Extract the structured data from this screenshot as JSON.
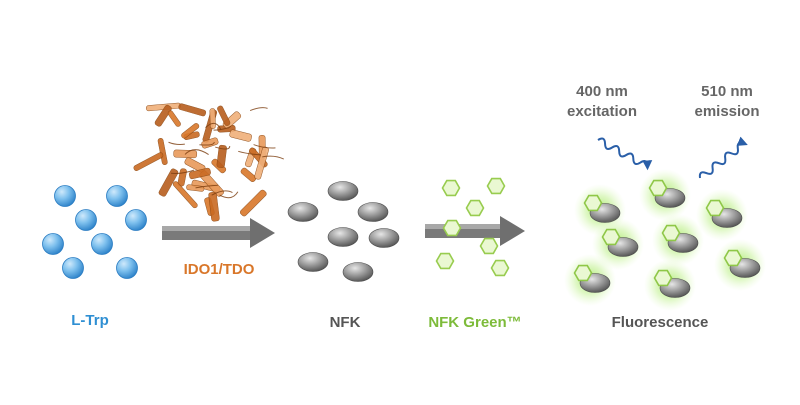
{
  "labels": {
    "substrate": "L-Trp",
    "enzyme": "IDO1/TDO",
    "product": "NFK",
    "probe": "NFK Green™",
    "result": "Fluorescence",
    "excitation_wavelength": "400 nm",
    "excitation_word": "excitation",
    "emission_wavelength": "510 nm",
    "emission_word": "emission"
  },
  "colors": {
    "substrate": "#2f8fd3",
    "substrate_sphere_light": "#a9d6f7",
    "substrate_sphere_dark": "#2d86cf",
    "enzyme": "#d9772a",
    "product_text": "#555555",
    "product_ellipse_light": "#d6d6d6",
    "product_ellipse_dark": "#5a5a5a",
    "probe": "#7dbb3a",
    "probe_hex_fill": "#e9f7cf",
    "probe_hex_stroke": "#9ccf53",
    "arrow": "#777777",
    "wave": "#2a5fa8",
    "glow": "#8ee04a"
  },
  "icons": {
    "enzyme_structure": "protein-ribbon-icon",
    "excitation_light": "wavy-arrow-icon",
    "emission_light": "wavy-arrow-icon"
  }
}
